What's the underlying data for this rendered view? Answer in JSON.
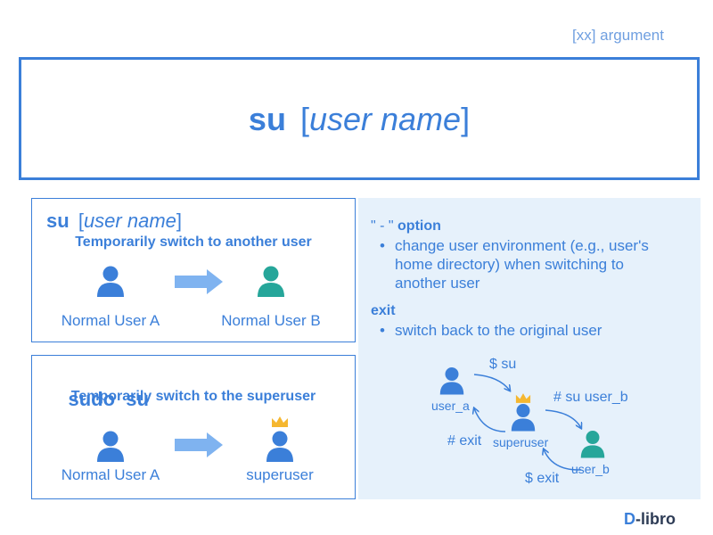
{
  "legend": {
    "text": "[xx] argument"
  },
  "header": {
    "cmd": "su",
    "open": "[",
    "arg": "user name",
    "close": "]"
  },
  "card1": {
    "cmd": "su",
    "open": "[",
    "arg": "user name",
    "close": "]",
    "desc": "Temporarily switch to another user",
    "from_label": "Normal User A",
    "to_label": "Normal User B"
  },
  "card2": {
    "cmd": "sudo  su",
    "desc": "Temporarily switch to the superuser",
    "from_label": "Normal User A",
    "to_label": "superuser"
  },
  "panel": {
    "option_quote": "\" - \"",
    "option_word": "option",
    "option_bullet_1": "change user environment (e.g., user's",
    "option_bullet_2": "home directory) when switching to",
    "option_bullet_3": "another user",
    "exit_title": "exit",
    "exit_bullet": "switch back to the original user",
    "bullet_char": "•"
  },
  "flow": {
    "user_a": "user_a",
    "superuser": "superuser",
    "user_b": "user_b",
    "cmd_su": "$ su",
    "cmd_su_user_b": "# su user_b",
    "cmd_hash_exit": "# exit",
    "cmd_dollar_exit": "$ exit"
  },
  "logo": {
    "d": "D",
    "rest": "-libro"
  },
  "colors": {
    "primary": "#3b7fd9",
    "teal": "#26a69a",
    "panel_bg": "#e6f1fb",
    "arrow": "#7fb3f0",
    "crown": "#f5b730"
  }
}
